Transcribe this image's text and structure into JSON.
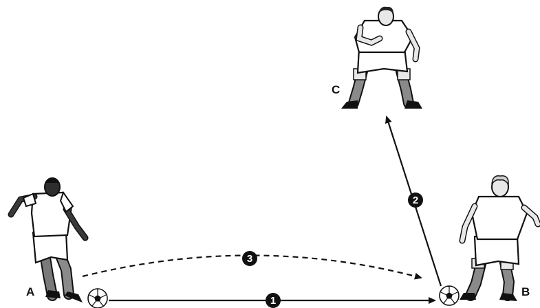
{
  "players": [
    {
      "id": "A",
      "label": "A"
    },
    {
      "id": "B",
      "label": "B"
    },
    {
      "id": "C",
      "label": "C"
    }
  ],
  "passes": [
    {
      "step": "1",
      "from": "A",
      "to": "B",
      "style": "solid"
    },
    {
      "step": "2",
      "from": "B",
      "to": "C",
      "style": "solid"
    },
    {
      "step": "3",
      "from": "A",
      "to": "B",
      "style": "dashed"
    }
  ],
  "colors": {
    "ink": "#111111",
    "kit": "#ffffff",
    "sock": "#8a8a8a",
    "skin_dark": "#3a3a3a",
    "skin_light": "#e8e8e8"
  },
  "icons": [
    "soccer-ball-icon",
    "arrowhead-icon"
  ]
}
